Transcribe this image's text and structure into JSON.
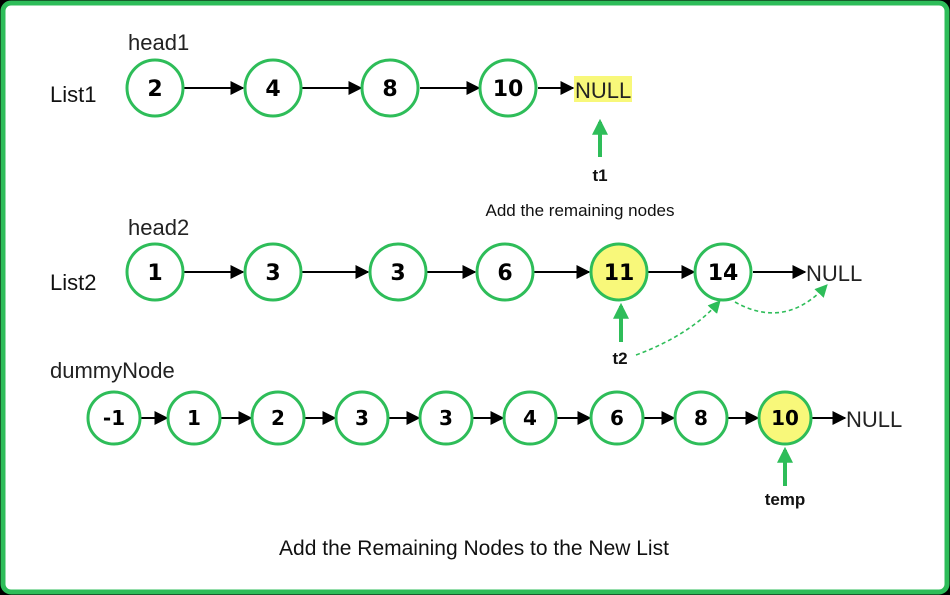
{
  "colors": {
    "frame": "#2ebd59",
    "node_stroke": "#2ebd59",
    "highlight": "#f8f87a",
    "pointer": "#2ebd59",
    "background": "#ffffff"
  },
  "list1": {
    "label": "List1",
    "head_label": "head1",
    "nodes": [
      "2",
      "4",
      "8",
      "10"
    ],
    "null_label": "NULL",
    "pointer_label": "t1"
  },
  "note": "Add the remaining nodes",
  "list2": {
    "label": "List2",
    "head_label": "head2",
    "nodes": [
      "1",
      "3",
      "3",
      "6",
      "11",
      "14"
    ],
    "highlight_index": 4,
    "null_label": "NULL",
    "pointer_label": "t2"
  },
  "merged": {
    "head_label": "dummyNode",
    "nodes": [
      "-1",
      "1",
      "2",
      "3",
      "3",
      "4",
      "6",
      "8",
      "10"
    ],
    "highlight_index": 8,
    "null_label": "NULL",
    "pointer_label": "temp"
  },
  "caption": "Add the Remaining Nodes to the New List"
}
